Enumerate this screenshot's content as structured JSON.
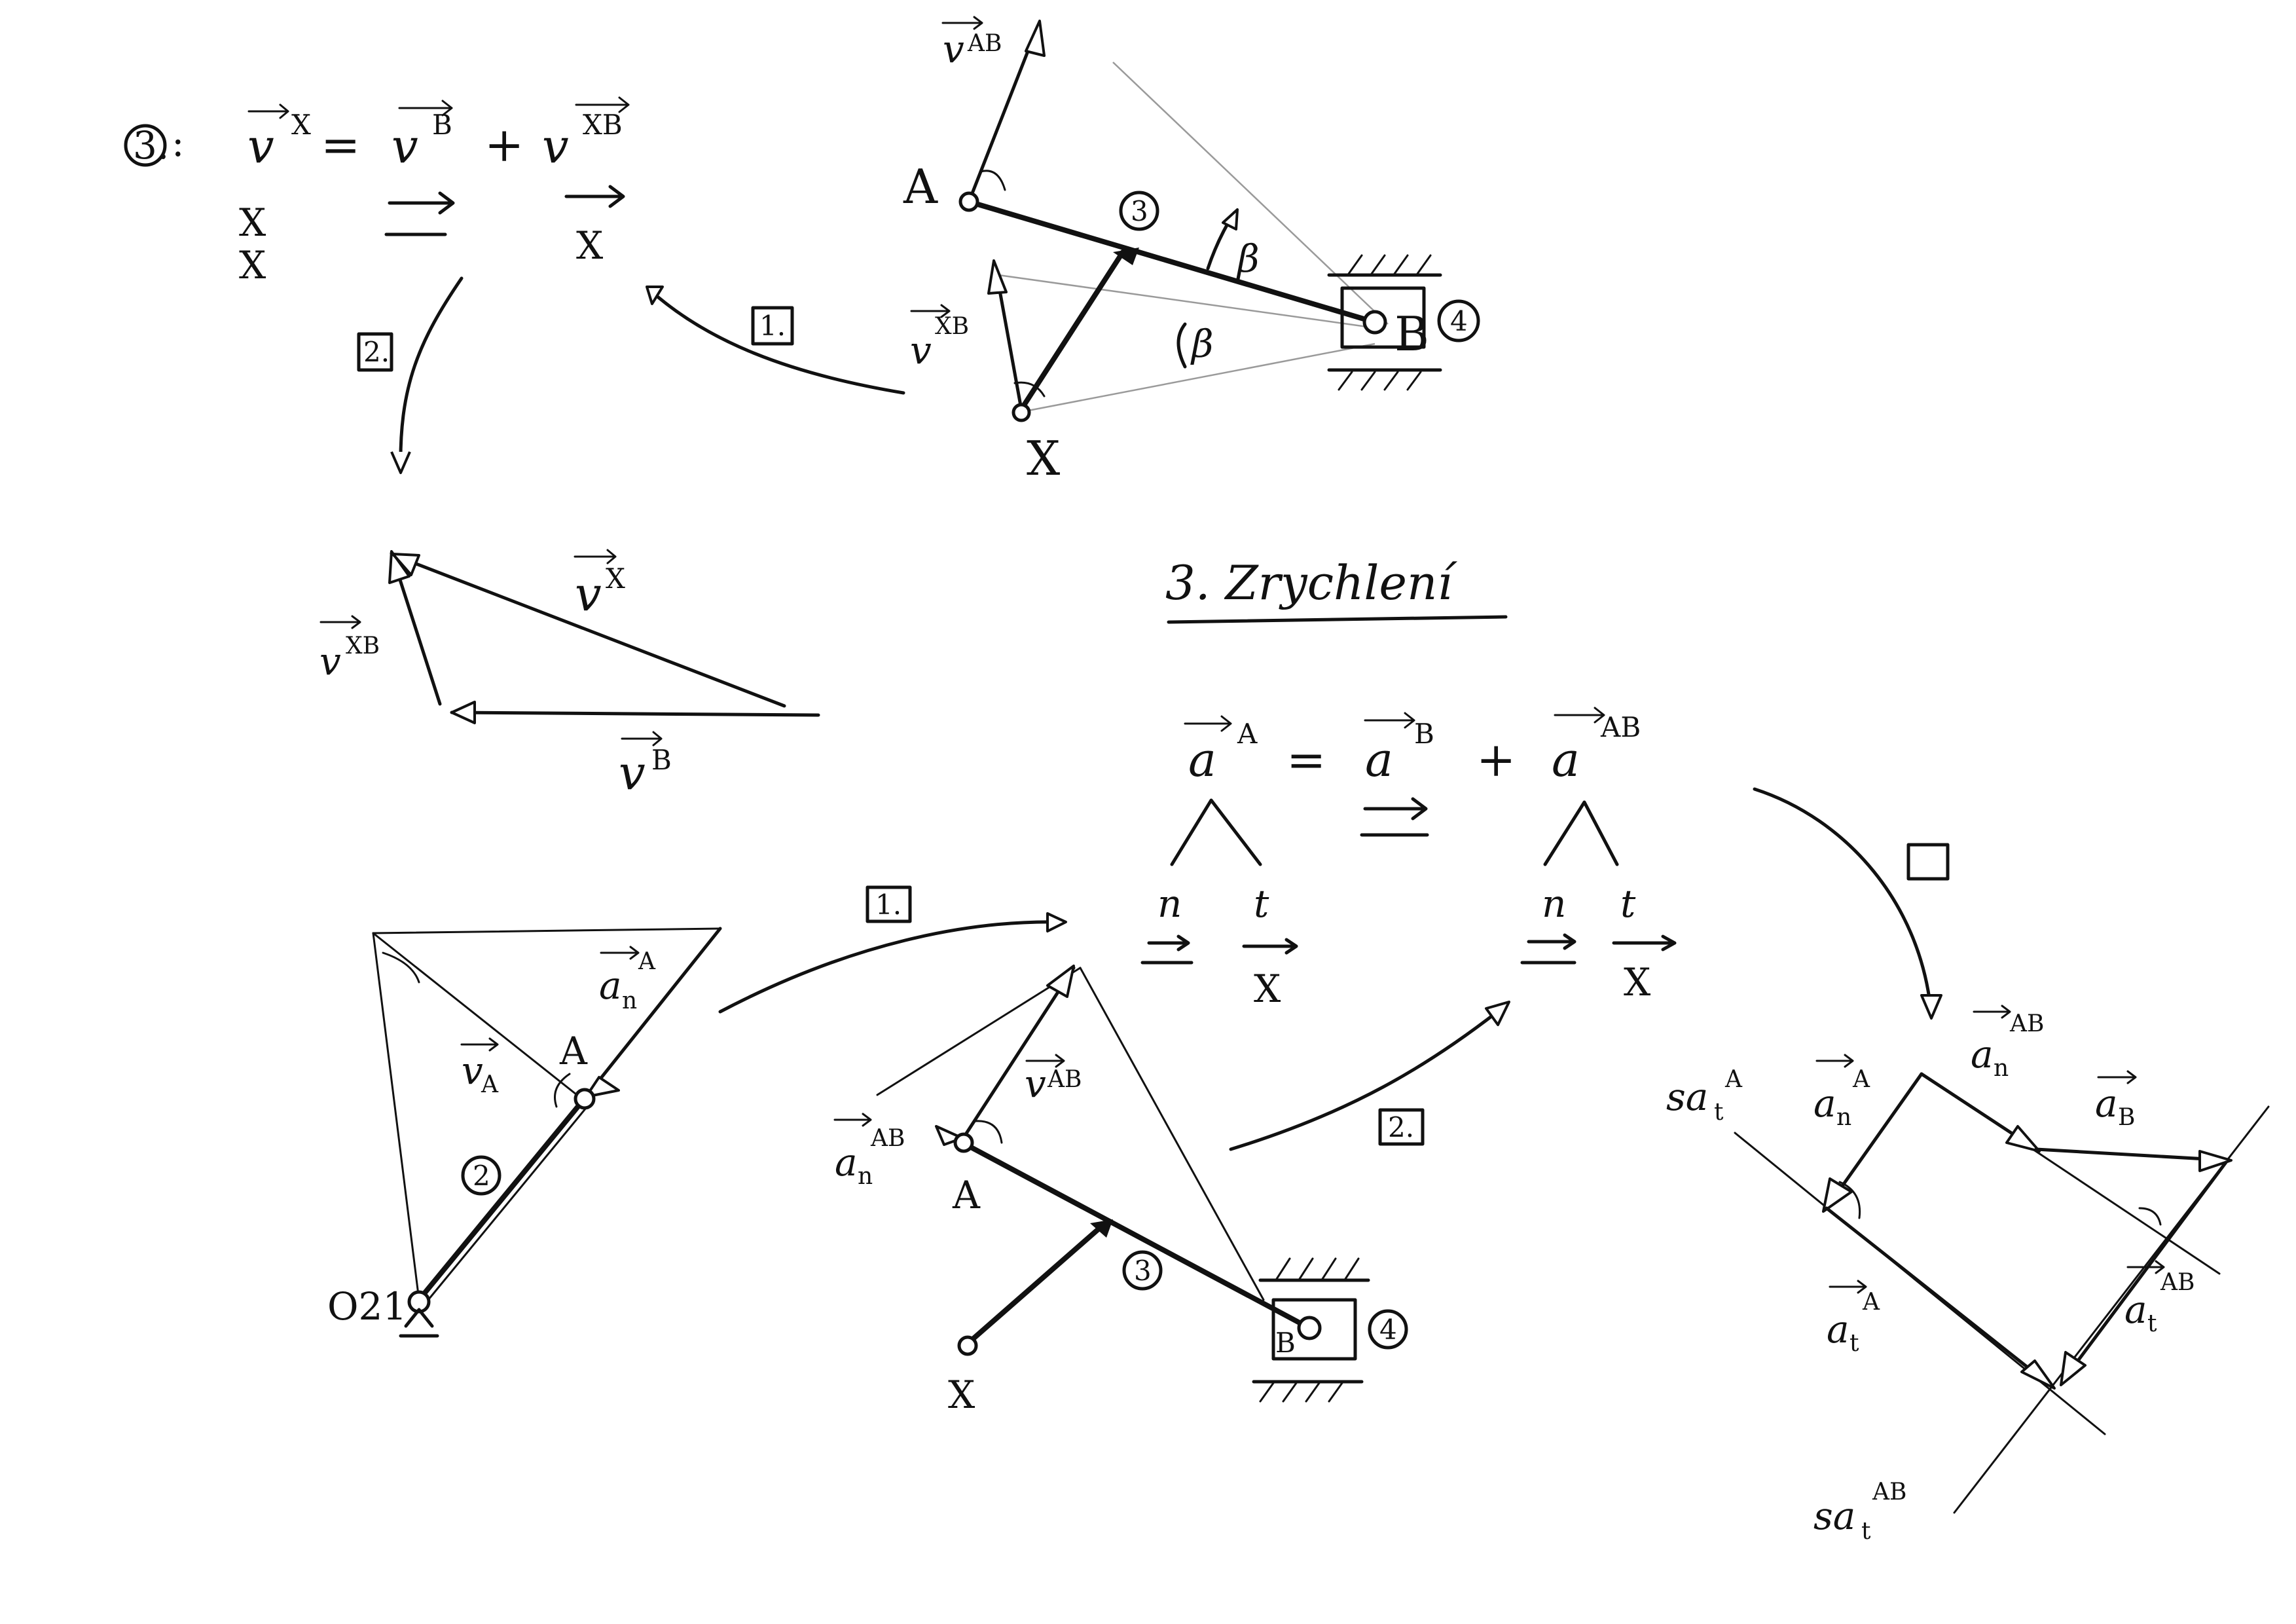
{
  "section_heading": "3. Zrychlení",
  "velocity_equation": {
    "body_label": "3.",
    "lhs": "v",
    "lhs_sup": "X",
    "equals": "=",
    "term1": "v",
    "term1_sup": "B",
    "plus": "+",
    "term2": "v",
    "term2_sup": "XB",
    "unknown_mark": "X",
    "known_mark": "="
  },
  "step_labels": {
    "step1": "1.",
    "step2": "2."
  },
  "mechanism": {
    "point_a": "A",
    "point_b": "B",
    "point_x": "X",
    "point_o21": "O21",
    "link3": "3",
    "link4": "4",
    "link2": "2",
    "angle_beta": "β",
    "v_ab_label": "v",
    "v_ab_sup": "AB",
    "v_xb_label": "v",
    "v_xb_sup": "XB",
    "right_angle": "·"
  },
  "velocity_polygon": {
    "v_x": "v",
    "v_x_sup": "X",
    "v_xb": "v",
    "v_xb_sup": "XB",
    "v_b": "v",
    "v_b_sup": "B"
  },
  "acceleration_equation": {
    "lhs": "a",
    "lhs_sup": "A",
    "equals": "=",
    "term1": "a",
    "term1_sup": "B",
    "plus": "+",
    "term2": "a",
    "term2_sup": "AB",
    "normal": "n",
    "tangential": "t"
  },
  "crank_figure": {
    "a_n_a": "a",
    "a_n_a_sub": "n",
    "a_n_a_sup": "A",
    "v_a": "v",
    "v_a_sub": "A"
  },
  "acc_mechanism": {
    "a_n_ab": "a",
    "a_n_ab_sub": "n",
    "a_n_ab_sup": "AB"
  },
  "acceleration_polygon": {
    "sa_t_a": "sa",
    "sa_t_a_sub": "t",
    "sa_t_a_sup": "A",
    "a_n_a": "a",
    "a_n_a_sub": "n",
    "a_n_a_sup": "A",
    "a_n_ab": "a",
    "a_n_ab_sub": "n",
    "a_n_ab_sup": "AB",
    "a_b": "a",
    "a_b_sub": "B",
    "a_t_a": "a",
    "a_t_a_sub": "t",
    "a_t_a_sup": "A",
    "a_t_ab": "a",
    "a_t_ab_sub": "t",
    "a_t_ab_sup": "AB",
    "sa_t_ab": "sa",
    "sa_t_ab_sub": "t",
    "sa_t_ab_sup": "AB"
  }
}
